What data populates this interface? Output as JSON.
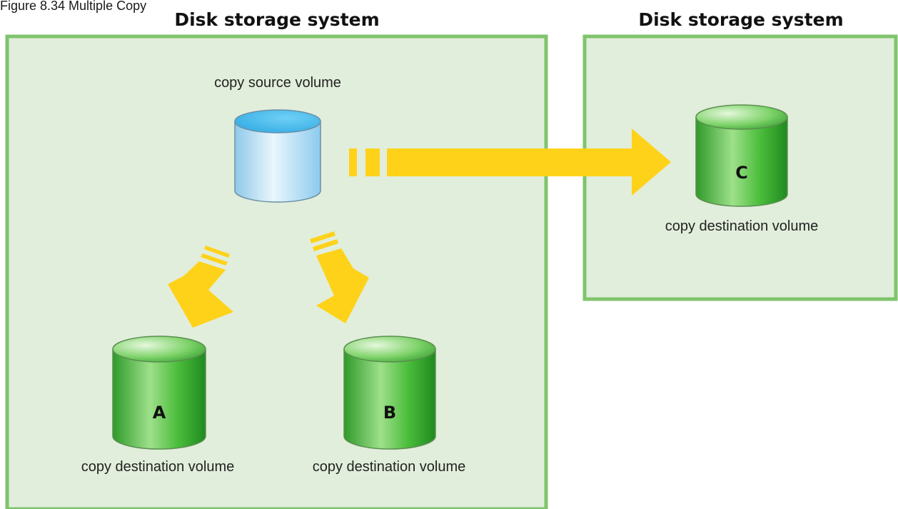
{
  "figure": {
    "caption": "Figure 8.34 Multiple Copy"
  },
  "systems": [
    {
      "title": "Disk storage system"
    },
    {
      "title": "Disk storage system"
    }
  ],
  "source_volume": {
    "label": "copy source volume"
  },
  "destination_volumes": [
    {
      "letter": "A",
      "label": "copy destination volume"
    },
    {
      "letter": "B",
      "label": "copy destination volume"
    },
    {
      "letter": "C",
      "label": "copy destination volume"
    }
  ],
  "colors": {
    "panel_fill": "#e1eedb",
    "panel_border": "#7fc46c",
    "arrow": "#ffd21a",
    "source_cylinder": "#bfe5f7",
    "destination_cylinder": "#3aac33"
  }
}
